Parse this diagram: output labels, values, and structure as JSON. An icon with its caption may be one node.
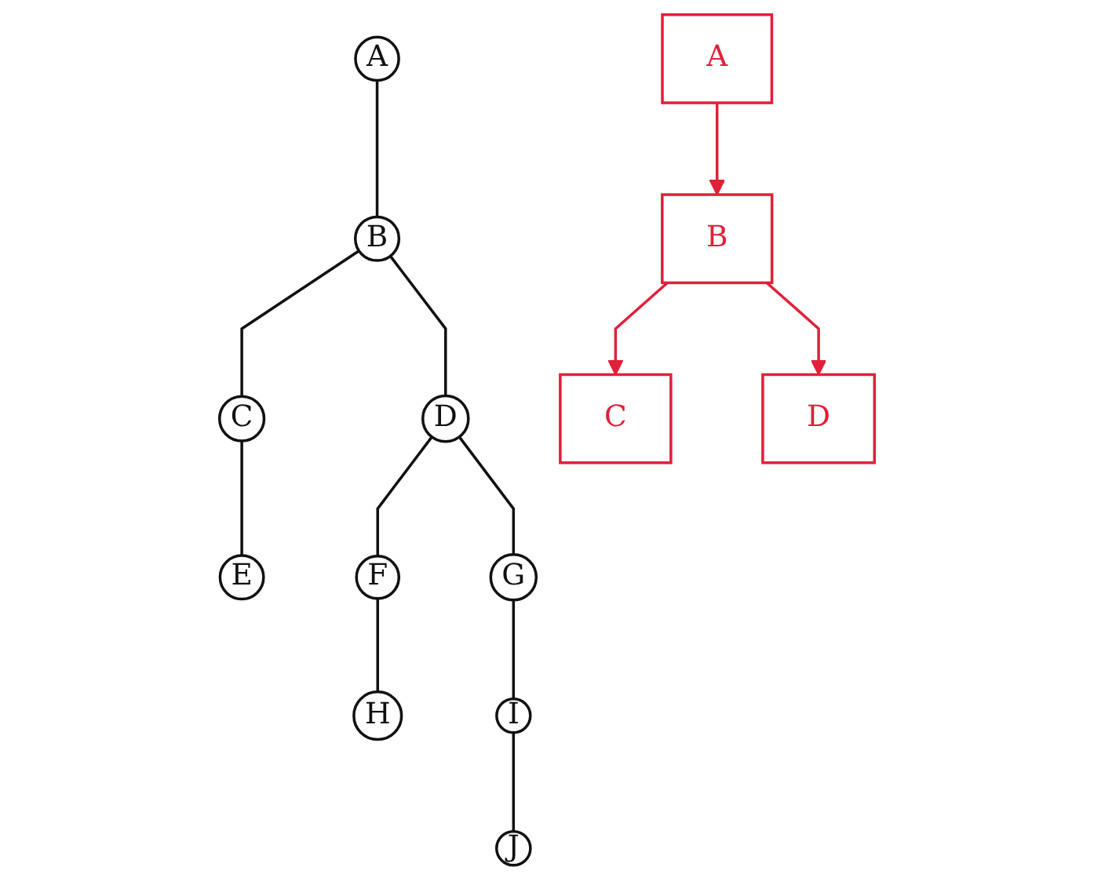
{
  "diagram": {
    "nodes": [
      {
        "text": [
          "A"
        ]
      },
      {
        "text": [
          "B"
        ]
      },
      {
        "text": [
          "C"
        ]
      },
      {
        "text": [
          "D"
        ]
      },
      {
        "text": [
          "E"
        ]
      },
      {
        "text": [
          "F"
        ]
      },
      {
        "text": [
          "G"
        ]
      },
      {
        "text": [
          "H"
        ]
      },
      {
        "text": [
          "I"
        ]
      },
      {
        "text": [
          "J"
        ]
      },
      {
        "text": [
          "A"
        ]
      },
      {
        "text": [
          "B"
        ]
      },
      {
        "text": [
          "C"
        ]
      },
      {
        "text": [
          "D"
        ]
      }
    ],
    "edges": [
      {
        "from": 0,
        "to": 1,
        "arrow": "none"
      },
      {
        "from": 1,
        "to": 2,
        "arrow": "none"
      },
      {
        "from": 1,
        "to": 3,
        "arrow": "none"
      },
      {
        "from": 2,
        "to": 4,
        "arrow": "none"
      },
      {
        "from": 3,
        "to": 5,
        "arrow": "none"
      },
      {
        "from": 3,
        "to": 6,
        "arrow": "none"
      },
      {
        "from": 5,
        "to": 7,
        "arrow": "none"
      },
      {
        "from": 6,
        "to": 8,
        "arrow": "none"
      },
      {
        "from": 8,
        "to": 9,
        "arrow": "none"
      },
      {
        "from": 10,
        "to": 11,
        "arrow": "to",
        "color": "#e0203a"
      },
      {
        "from": 11,
        "to": 12,
        "arrow": "to",
        "color": "#e0203a"
      },
      {
        "from": 11,
        "to": 13,
        "arrow": "to",
        "color": "#e0203a"
      }
    ]
  }
}
